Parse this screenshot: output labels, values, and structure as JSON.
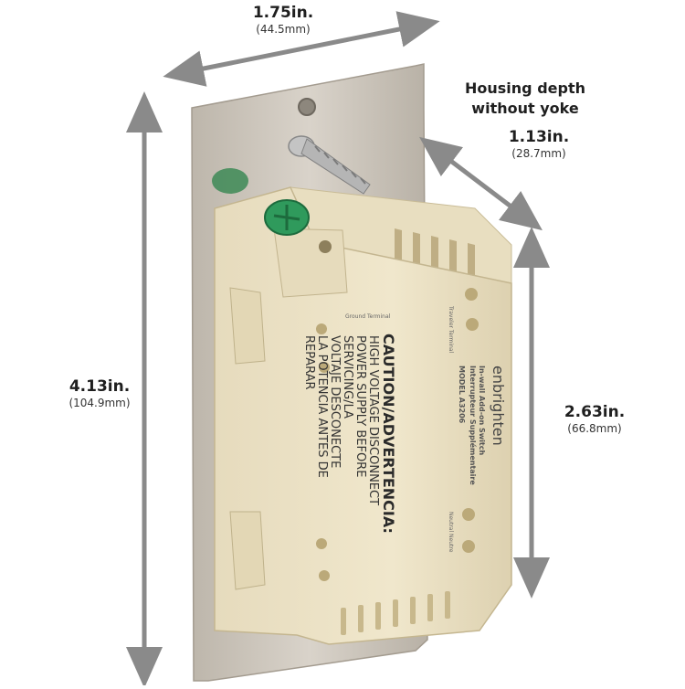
{
  "dimensions": {
    "width": {
      "inches": "1.75in.",
      "mm": "(44.5mm)"
    },
    "height": {
      "inches": "4.13in.",
      "mm": "(104.9mm)"
    },
    "depth": {
      "caption_line1": "Housing depth",
      "caption_line2": "without yoke",
      "inches": "1.13in.",
      "mm": "(28.7mm)"
    },
    "housing_height": {
      "inches": "2.63in.",
      "mm": "(66.8mm)"
    }
  },
  "product": {
    "brand": "enbrighten",
    "model": "MODEL A3206",
    "description_line1": "In-wall Add-on Switch",
    "description_line2": "Interrupteur Supplémentaire",
    "caution_title": "CAUTION/ADVERTENCIA:",
    "caution_lines": [
      "HIGH VOLTAGE DISCONNECT",
      "POWER SUPPLY BEFORE",
      "SERVICING/LA",
      "VOLTAJE DESCONECTE",
      "LA POTENCIA ANTES DE",
      "REPARAR"
    ],
    "ground_label": "Ground Terminal",
    "traveler_label": "Traveler Terminal",
    "neutral_label": "Neutral Neutre"
  },
  "colors": {
    "arrow": "#8a8a8a",
    "housing": "#ede3c6",
    "housing_shadow": "#d8ccab",
    "plate": "#c9c2b8",
    "screw_green": "#2f9a5c"
  }
}
